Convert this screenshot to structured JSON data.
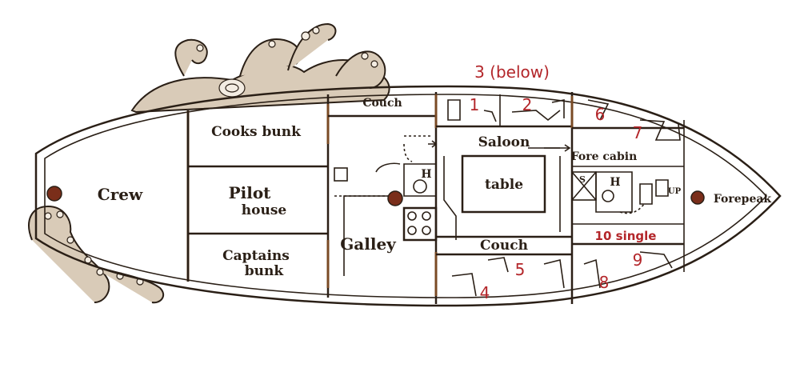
{
  "rooms": {
    "crew": "Crew",
    "cooks_bunk": "Cooks bunk",
    "pilot_house_line1": "Pilot",
    "pilot_house_line2": "house",
    "captains_bunk_line1": "Captains",
    "captains_bunk_line2": "bunk",
    "couch_top": "Couch",
    "galley": "Galley",
    "saloon": "Saloon",
    "table": "table",
    "couch_bottom": "Couch",
    "fore_cabin": "Fore cabin",
    "forepeak": "Forepeak"
  },
  "fixtures": {
    "head_galley": "H",
    "head_fore": "H",
    "shower": "S",
    "up": "UP"
  },
  "cabins": {
    "c1": "1",
    "c2": "2",
    "c3": "3 (below)",
    "c4": "4",
    "c5": "5",
    "c6": "6",
    "c7": "7",
    "c8": "8",
    "c9": "9",
    "c10": "10 single"
  },
  "colors": {
    "ink": "#2a1f16",
    "cabin_numbers": "#b3262a",
    "wood_walls": "#7a4a24"
  }
}
